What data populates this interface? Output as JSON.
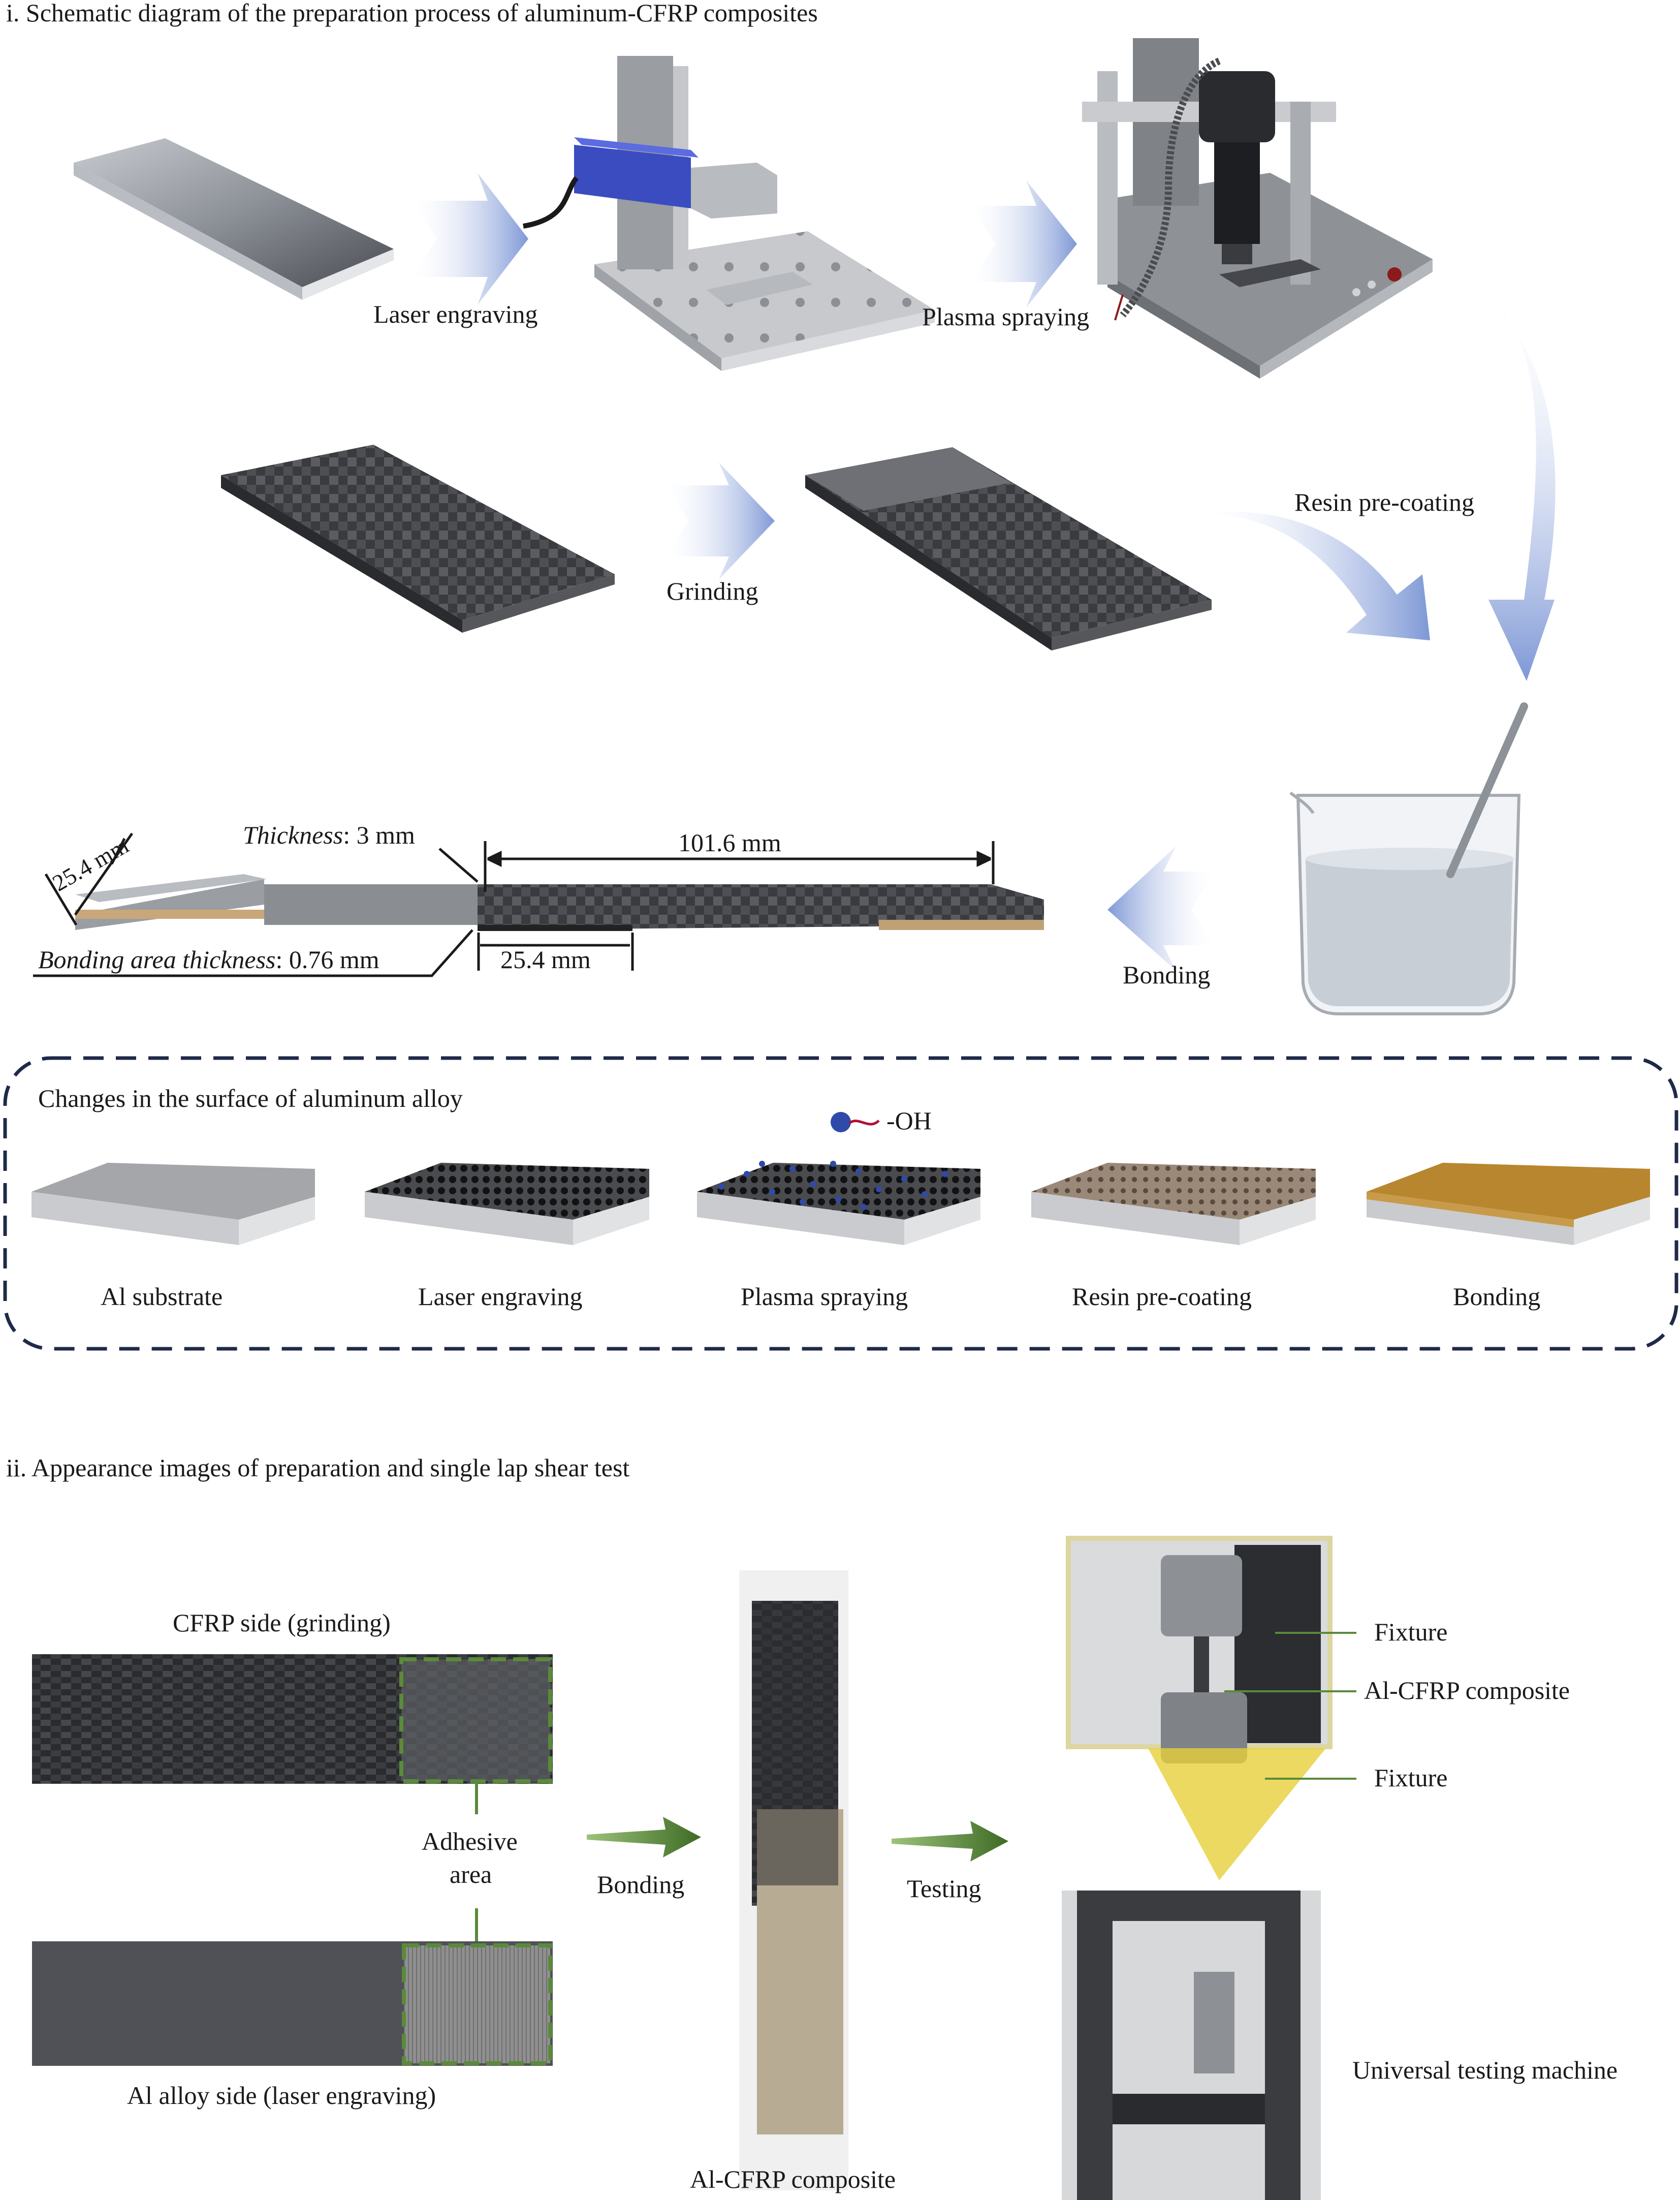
{
  "section_i": {
    "title": "i. Schematic diagram of the preparation process of aluminum-CFRP composites",
    "steps": {
      "laser_engraving": "Laser engraving",
      "plasma_spraying": "Plasma spraying",
      "resin_precoating": "Resin pre-coating",
      "grinding": "Grinding",
      "bonding": "Bonding"
    },
    "dimensions": {
      "width": "25.4 mm",
      "thickness_label": "Thickness",
      "thickness_value": ": 3 mm",
      "length": "101.6 mm",
      "overlap": "25.4 mm",
      "bond_label": "Bonding area thickness",
      "bond_value": ": 0.76 mm"
    },
    "surface_changes": {
      "title": "Changes in the surface of aluminum alloy",
      "legend": "-OH",
      "stages": [
        "Al substrate",
        "Laser engraving",
        "Plasma spraying",
        "Resin pre-coating",
        "Bonding"
      ]
    }
  },
  "section_ii": {
    "title": "ii. Appearance images of preparation and single lap shear test",
    "cfrp_side": "CFRP side (grinding)",
    "adhesive_area": [
      "Adhesive",
      "area"
    ],
    "al_side": "Al alloy side (laser engraving)",
    "bonding": "Bonding",
    "testing": "Testing",
    "composite": "Al-CFRP composite",
    "fixture_top": "Fixture",
    "composite_label": "Al-CFRP composite",
    "fixture_bottom": "Fixture",
    "machine": "Universal testing machine"
  },
  "colors": {
    "arrow_blue": "#8fa6dc",
    "arrow_green": "#5a8a3a",
    "dash_navy": "#1f2a4a",
    "adhesive_green": "#5a8a3a",
    "resin_brown": "#8a7768",
    "bonding_gold": "#b8862e"
  }
}
